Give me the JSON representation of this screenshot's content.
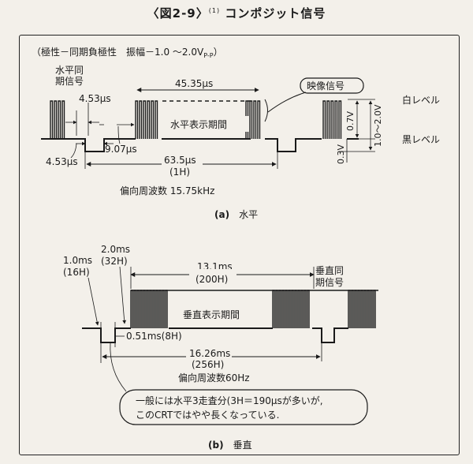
{
  "figure": {
    "title": "〈図2-9〉",
    "ref": "(1)",
    "subtitle": "コンポジット信号"
  },
  "horizontal": {
    "polarity_note": "（極性－同期負極性　振幅－1.0 ～2.0V",
    "polarity_sub": "P-P",
    "polarity_close": "）",
    "sync_label_1": "水平同",
    "sync_label_2": "期信号",
    "t_sync_top": "4.53μs",
    "t_sync_bottom": "4.53μs",
    "t_back_porch": "9.07μs",
    "t_video": "45.35μs",
    "video_signal": "映像信号",
    "display_period": "水平表示期間",
    "t_line": "63.5μs",
    "t_line_h": "(1H)",
    "deflection": "偏向周波数 15.75kHz",
    "v_video": "0.7V",
    "v_total": "1.0～2.0V",
    "v_sync": "0.3V",
    "white_level": "白レベル",
    "black_level": "黒レベル",
    "caption_label": "(a)",
    "caption_text": "水平"
  },
  "vertical": {
    "t1": "1.0ms",
    "t1_h": "(16H)",
    "t2": "2.0ms",
    "t2_h": "(32H)",
    "t_display": "13.1ms",
    "t_display_h": "(200H)",
    "sync_label_1": "垂直同",
    "sync_label_2": "期信号",
    "display_period": "垂直表示期間",
    "t_sync": "0.51ms(8H)",
    "t_frame": "16.26ms",
    "t_frame_h": "(256H)",
    "deflection": "偏向周波数60Hz",
    "note_1": "一般には水平3走査分(3H＝190μsが多いが,",
    "note_2": "このCRTではやや長くなっている.",
    "caption_label": "(b)",
    "caption_text": "垂直"
  }
}
